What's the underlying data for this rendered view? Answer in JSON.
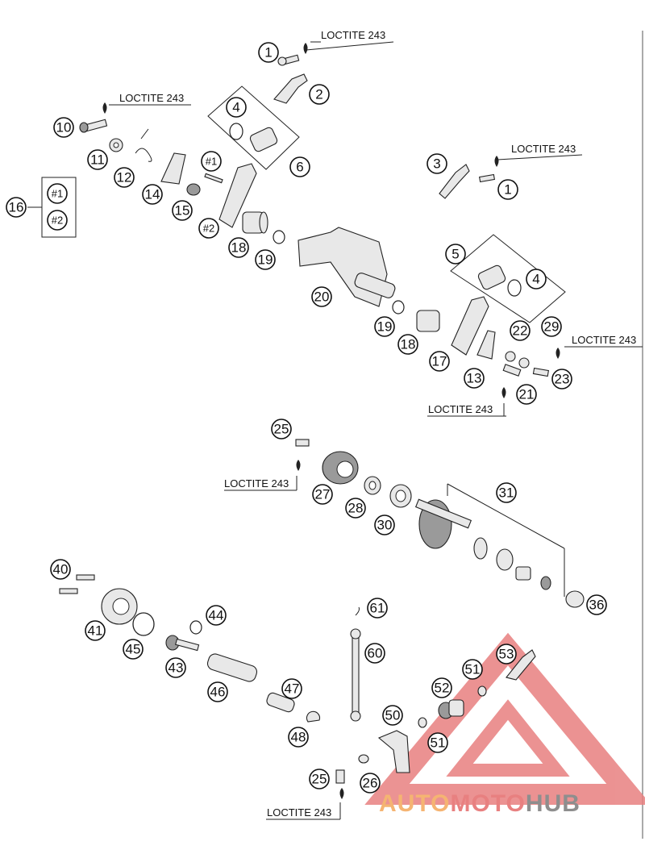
{
  "labels": {
    "loctite": "LOCTITE 243"
  },
  "callouts": [
    {
      "id": "c1a",
      "text": "1"
    },
    {
      "id": "c2",
      "text": "2"
    },
    {
      "id": "c4a",
      "text": "4"
    },
    {
      "id": "c6",
      "text": "6"
    },
    {
      "id": "c10",
      "text": "10"
    },
    {
      "id": "c11",
      "text": "11"
    },
    {
      "id": "c12",
      "text": "12"
    },
    {
      "id": "c14",
      "text": "14"
    },
    {
      "id": "c15",
      "text": "15"
    },
    {
      "id": "cH1a",
      "text": "#1"
    },
    {
      "id": "cH2a",
      "text": "#2"
    },
    {
      "id": "c16",
      "text": "16"
    },
    {
      "id": "cH1b",
      "text": "#1"
    },
    {
      "id": "cH2b",
      "text": "#2"
    },
    {
      "id": "c18a",
      "text": "18"
    },
    {
      "id": "c19a",
      "text": "19"
    },
    {
      "id": "c20",
      "text": "20"
    },
    {
      "id": "c3",
      "text": "3"
    },
    {
      "id": "c1b",
      "text": "1"
    },
    {
      "id": "c5",
      "text": "5"
    },
    {
      "id": "c4b",
      "text": "4"
    },
    {
      "id": "c19b",
      "text": "19"
    },
    {
      "id": "c18b",
      "text": "18"
    },
    {
      "id": "c17",
      "text": "17"
    },
    {
      "id": "c13",
      "text": "13"
    },
    {
      "id": "c22",
      "text": "22"
    },
    {
      "id": "c29",
      "text": "29"
    },
    {
      "id": "c23",
      "text": "23"
    },
    {
      "id": "c21",
      "text": "21"
    },
    {
      "id": "c25a",
      "text": "25"
    },
    {
      "id": "c27",
      "text": "27"
    },
    {
      "id": "c28",
      "text": "28"
    },
    {
      "id": "c30",
      "text": "30"
    },
    {
      "id": "c31",
      "text": "31"
    },
    {
      "id": "c36",
      "text": "36"
    },
    {
      "id": "c40",
      "text": "40"
    },
    {
      "id": "c41",
      "text": "41"
    },
    {
      "id": "c45",
      "text": "45"
    },
    {
      "id": "c44",
      "text": "44"
    },
    {
      "id": "c43",
      "text": "43"
    },
    {
      "id": "c46",
      "text": "46"
    },
    {
      "id": "c47",
      "text": "47"
    },
    {
      "id": "c48",
      "text": "48"
    },
    {
      "id": "c61",
      "text": "61"
    },
    {
      "id": "c60",
      "text": "60"
    },
    {
      "id": "c50",
      "text": "50"
    },
    {
      "id": "c25b",
      "text": "25"
    },
    {
      "id": "c26",
      "text": "26"
    },
    {
      "id": "c53",
      "text": "53"
    },
    {
      "id": "c51a",
      "text": "51"
    },
    {
      "id": "c52",
      "text": "52"
    },
    {
      "id": "c51b",
      "text": "51"
    }
  ],
  "watermark": {
    "part1": "AUTO",
    "part2": "MOTO",
    "part3": "HUB",
    "color_orange": "#f5b472",
    "color_red": "#e88080",
    "color_gray": "#8e8e8e"
  }
}
